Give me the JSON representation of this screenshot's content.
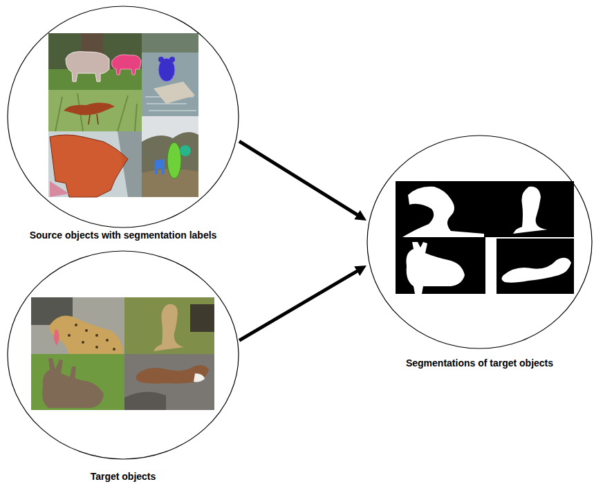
{
  "diagram": {
    "nodes": [
      {
        "text": [
          "Source objects with segmentation labels"
        ]
      },
      {
        "text": [
          "Segmentations of target objects"
        ]
      },
      {
        "text": [
          "Target objects"
        ]
      }
    ],
    "edges": [
      {
        "from": 0,
        "to": 1,
        "arrow": "to"
      },
      {
        "from": 2,
        "to": 1,
        "arrow": "to"
      }
    ]
  }
}
